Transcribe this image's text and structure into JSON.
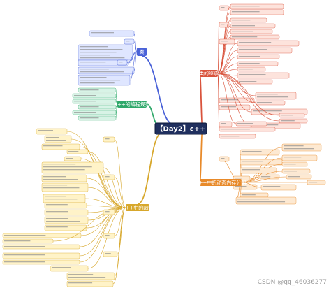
{
  "root": {
    "label": "【Day2】c++"
  },
  "branches": [
    {
      "key": "top",
      "label": "类",
      "color": "#4a62d8",
      "fill": "#dfe6ff"
    },
    {
      "key": "green",
      "label": "C++的编程规范",
      "color": "#2fa86a",
      "fill": "#d8f3e6"
    },
    {
      "key": "red",
      "label": "类的继承",
      "color": "#d9533c",
      "fill": "#fde3dc"
    },
    {
      "key": "orange",
      "label": "C++中的动态内存分配",
      "color": "#e88a2a",
      "fill": "#fde9d2"
    },
    {
      "key": "yellow",
      "label": "C++中的函数",
      "color": "#d7a72b",
      "fill": "#fff3c8"
    }
  ],
  "watermark": "CSDN @qq_46036277"
}
